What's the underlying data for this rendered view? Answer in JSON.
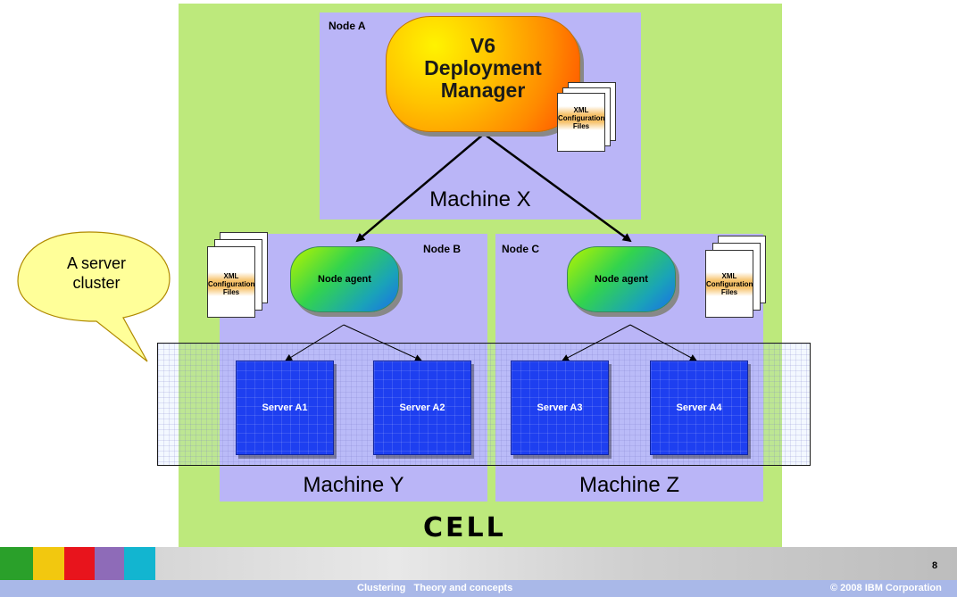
{
  "diagram": {
    "cell_label": "CELL",
    "node_a": {
      "label": "Node A",
      "machine": "Machine X",
      "deployment_manager": {
        "line1": "V6",
        "line2": "Deployment",
        "line3": "Manager"
      },
      "config": {
        "line1": "XML",
        "line2": "Configuration",
        "line3": "Files"
      }
    },
    "node_b": {
      "label": "Node B",
      "machine": "Machine Y",
      "agent": "Node agent",
      "config": {
        "line1": "XML",
        "line2": "Configuration",
        "line3": "Files"
      },
      "servers": [
        "Server A1",
        "Server A2"
      ]
    },
    "node_c": {
      "label": "Node C",
      "machine": "Machine Z",
      "agent": "Node agent",
      "config": {
        "line1": "XML",
        "line2": "Configuration",
        "line3": "Files"
      },
      "servers": [
        "Server A3",
        "Server A4"
      ]
    },
    "callout": {
      "line1": "A server",
      "line2": "cluster"
    }
  },
  "footer": {
    "title": "Clustering   Theory and concepts",
    "page_number": "8",
    "copyright": "© 2008 IBM Corporation",
    "colors": [
      "#2aa02a",
      "#f2c80f",
      "#e8141c",
      "#8e6bb8",
      "#12b5d0"
    ]
  }
}
